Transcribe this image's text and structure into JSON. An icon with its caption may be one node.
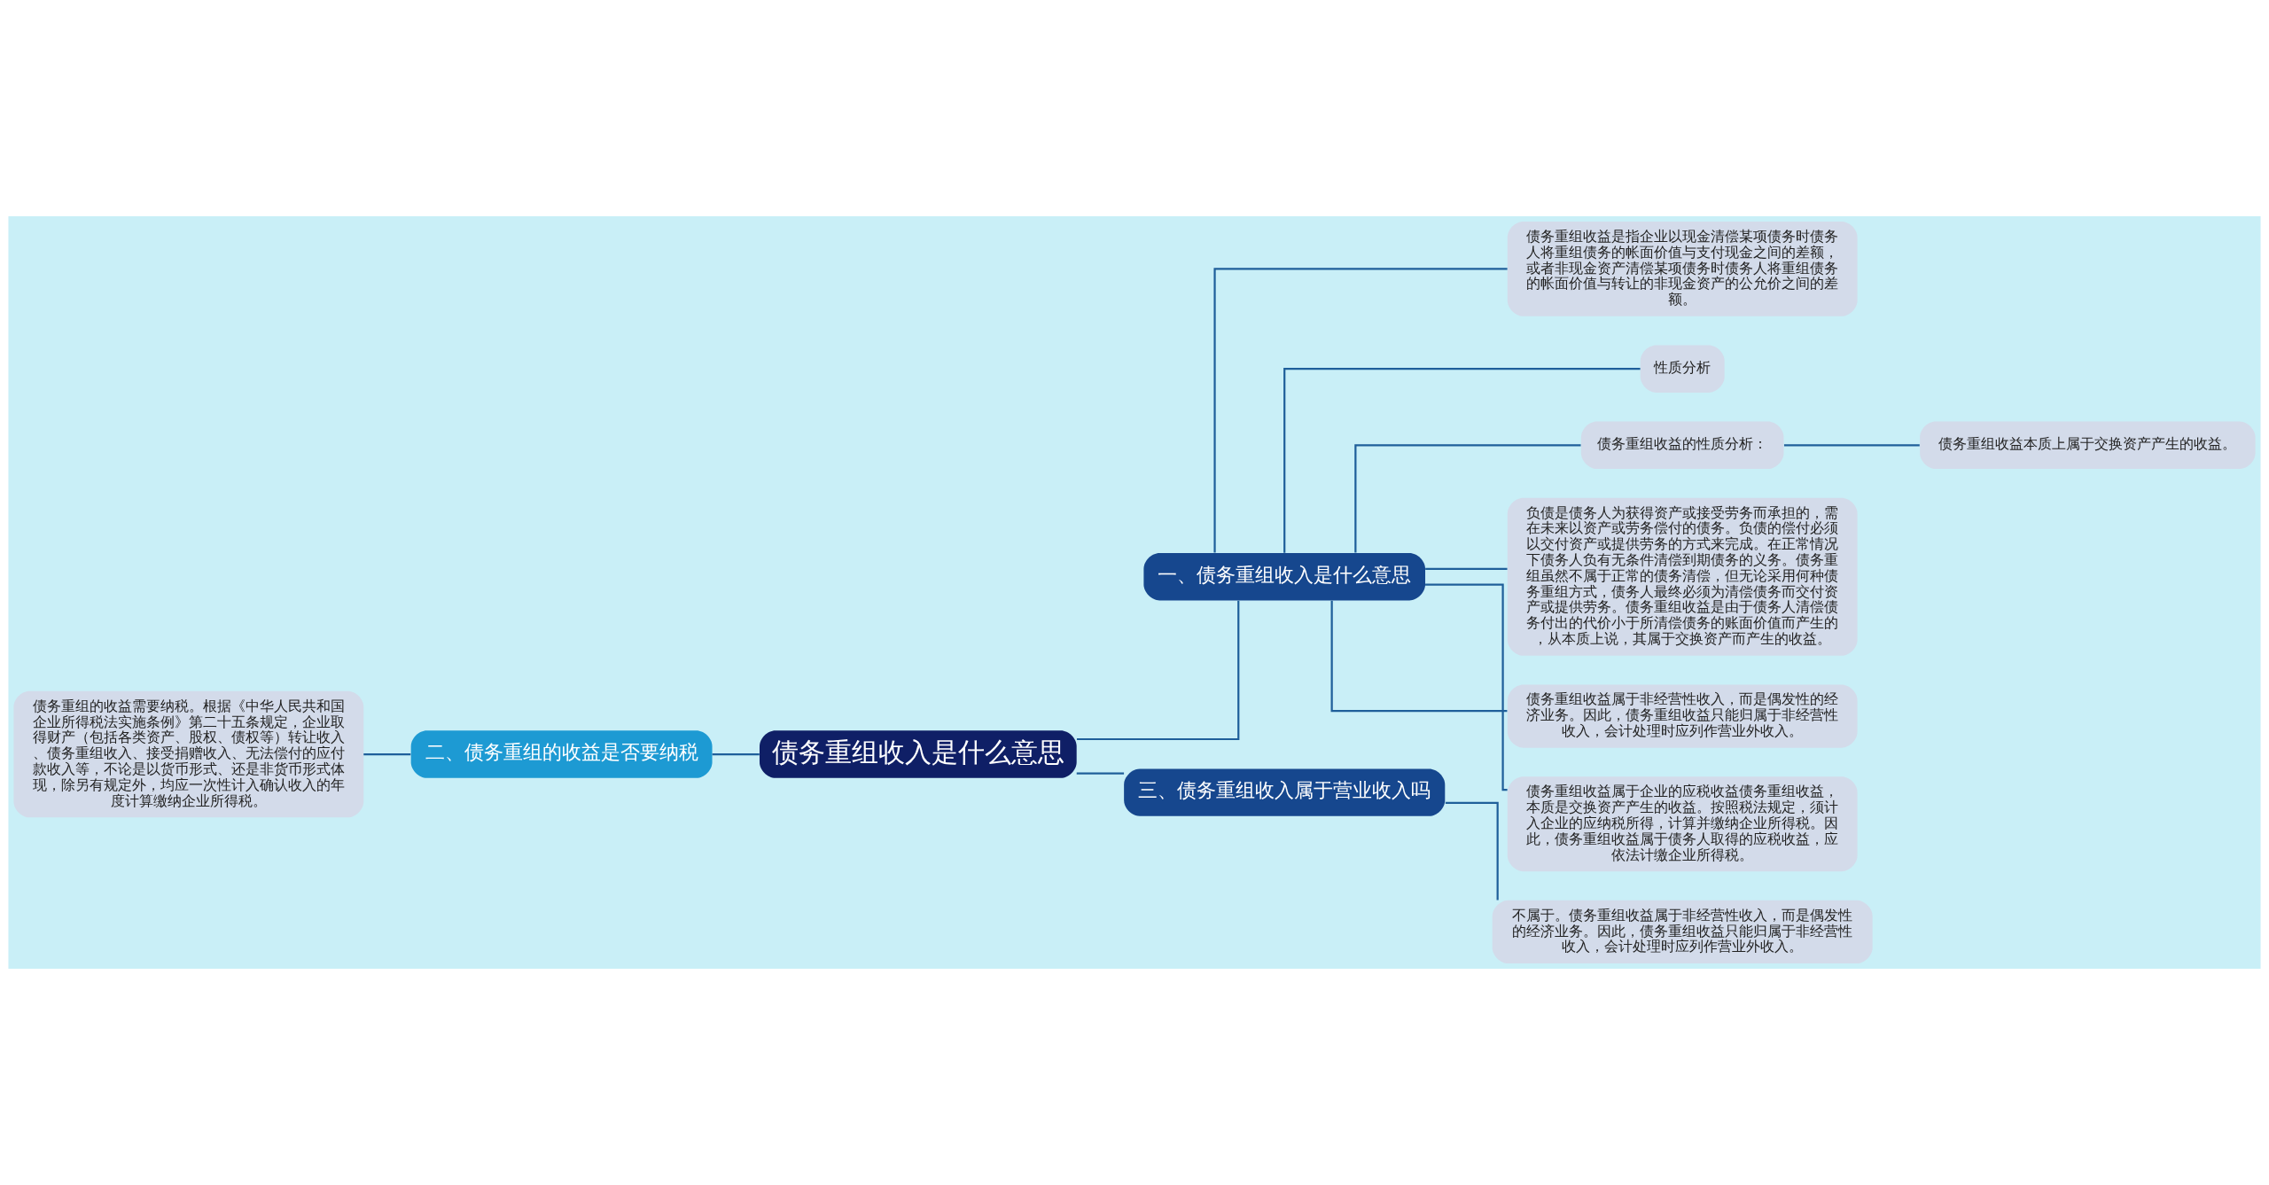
{
  "diagram": {
    "nodes": [
      {
        "text": [
          "债务重组收入是什么意思"
        ]
      },
      {
        "text": [
          "一、债务重组收入是什么意思"
        ]
      },
      {
        "text": [
          "债务重组收益是指企业以现金清偿某项债务时债务人将重组债务的帐面价值与支付现金之间的差额，或者非现金资产清偿某项债务时债务人将重组债务的帐面价值与转让的非现金资产的公允价之间的差额。"
        ]
      },
      {
        "text": [
          "性质分析"
        ]
      },
      {
        "text": [
          "债务重组收益的性质分析："
        ]
      },
      {
        "text": [
          "债务重组收益本质上属于交换资产产生的收益。"
        ]
      },
      {
        "text": [
          "负债是债务人为获得资产或接受劳务而承担的，需在未来以资产或劳务偿付的债务。负债的偿付必须以交付资产或提供劳务的方式来完成。在正常情况下债务人负有无条件清偿到期债务的义务。债务重组虽然不属于正常的债务清偿，但无论采用何种债务重组方式，债务人最终必须为清偿债务而交付资产或提供劳务。债务重组收益是由于债务人清偿债务付出的代价小于所清偿债务的账面价值而产生的，从本质上说，其属于交换资产而产生的收益。"
        ]
      },
      {
        "text": [
          "债务重组收益属于非经营性收入，而是偶发性的经济业务。因此，债务重组收益只能归属于非经营性收入，会计处理时应列作营业外收入。"
        ]
      },
      {
        "text": [
          "债务重组收益属于企业的应税收益债务重组收益，本质是交换资产产生的收益。按照税法规定，须计入企业的应纳税所得，计算并缴纳企业所得税。因此，债务重组收益属于债务人取得的应税收益，应依法计缴企业所得税。"
        ]
      },
      {
        "text": [
          "二、债务重组的收益是否要纳税"
        ]
      },
      {
        "text": [
          "债务重组的收益需要纳税。根据《中华人民共和国企业所得税法实施条例》第二十五条规定，企业取得财产（包括各类资产、股权、债权等）转让收入、债务重组收入、接受捐赠收入、无法偿付的应付款收入等，不论是以货币形式、还是非货币形式体现，除另有规定外，均应一次性计入确认收入的年度计算缴纳企业所得税。"
        ]
      },
      {
        "text": [
          "三、债务重组收入属于营业收入吗"
        ]
      },
      {
        "text": [
          "不属于。债务重组收益属于非经营性收入，而是偶发性的经济业务。因此，债务重组收益只能归属于非经营性收入，会计处理时应列作营业外收入。"
        ]
      }
    ],
    "edges": [
      {
        "from": 0,
        "to": 1,
        "arrow": "none"
      },
      {
        "from": 1,
        "to": 2,
        "arrow": "none"
      },
      {
        "from": 1,
        "to": 3,
        "arrow": "none"
      },
      {
        "from": 1,
        "to": 4,
        "arrow": "none"
      },
      {
        "from": 4,
        "to": 5,
        "arrow": "none"
      },
      {
        "from": 1,
        "to": 6,
        "arrow": "none"
      },
      {
        "from": 1,
        "to": 7,
        "arrow": "none"
      },
      {
        "from": 1,
        "to": 8,
        "arrow": "none"
      },
      {
        "from": 0,
        "to": 9,
        "arrow": "none"
      },
      {
        "from": 9,
        "to": 10,
        "arrow": "none"
      },
      {
        "from": 0,
        "to": 11,
        "arrow": "none"
      },
      {
        "from": 11,
        "to": 12,
        "arrow": "none"
      }
    ]
  }
}
